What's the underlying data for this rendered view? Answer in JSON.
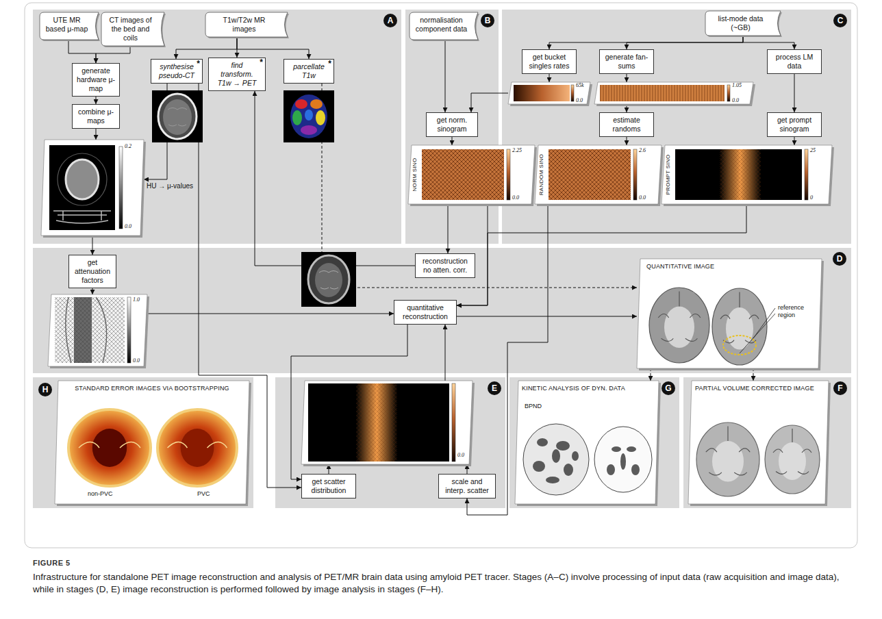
{
  "diagram": {
    "title": "FIGURE 5",
    "caption": "Infrastructure for standalone PET image reconstruction and analysis of PET/MR brain data using amyloid PET tracer. Stages (A–C) involve processing of input data (raw acquisition and image data), while in stages (D, E) image reconstruction is performed followed by image analysis in stages (F–H).",
    "nodes": [
      {
        "text": [
          "A"
        ]
      },
      {
        "text": [
          "UTE MR based μ-map"
        ],
        "in": 0
      },
      {
        "text": [
          "CT images of the bed and coils"
        ],
        "in": 0
      },
      {
        "text": [
          "T1w/T2w MR images"
        ],
        "in": 0
      },
      {
        "text": [
          "generate hardware μ-map"
        ],
        "in": 0
      },
      {
        "text": [
          "synthesise pseudo-CT",
          "*"
        ],
        "in": 0
      },
      {
        "text": [
          "find transform. T1w → PET",
          "*"
        ],
        "in": 0
      },
      {
        "text": [
          "parcellate T1w",
          "*"
        ],
        "in": 0
      },
      {
        "text": [
          "combine μ-maps"
        ],
        "in": 0
      },
      {
        "text": [
          "0.2",
          "0.0"
        ],
        "in": 0
      },
      {
        "text": [
          "B"
        ]
      },
      {
        "text": [
          "normalisation component data"
        ],
        "in": 10
      },
      {
        "text": [
          "get norm. sinogram"
        ],
        "in": 10
      },
      {
        "text": [
          "C"
        ]
      },
      {
        "text": [
          "list-mode data (~GB)"
        ],
        "in": 13
      },
      {
        "text": [
          "get bucket singles rates"
        ],
        "in": 13
      },
      {
        "text": [
          "generate fan-sums"
        ],
        "in": 13
      },
      {
        "text": [
          "process LM data"
        ],
        "in": 13
      },
      {
        "text": [
          "65k",
          "0.0"
        ],
        "in": 13
      },
      {
        "text": [
          "1.05",
          "0.0"
        ],
        "in": 13
      },
      {
        "text": [
          "estimate randoms"
        ],
        "in": 13
      },
      {
        "text": [
          "get prompt sinogram"
        ],
        "in": 13
      },
      {
        "text": [
          "NORM SINO",
          "2.25",
          "0.0"
        ]
      },
      {
        "text": [
          "RANDOM SINO",
          "2.6",
          "0.0"
        ]
      },
      {
        "text": [
          "PROMPT SINO",
          "25",
          "0"
        ]
      },
      {
        "text": [
          "D"
        ]
      },
      {
        "text": [
          "get attenuation factors"
        ],
        "in": 25
      },
      {
        "text": [
          "1.0",
          "0.0"
        ],
        "in": 25
      },
      {
        "text": [
          "reconstruction no atten. corr."
        ],
        "in": 25
      },
      {
        "text": [
          "quantitative reconstruction"
        ],
        "in": 25
      },
      {
        "text": [
          "QUANTITATIVE IMAGE",
          "reference region"
        ],
        "in": 25
      },
      {
        "text": [
          "H"
        ]
      },
      {
        "text": [
          "STANDARD ERROR IMAGES VIA BOOTSTRAPPING",
          "non-PVC",
          "PVC"
        ],
        "in": 31
      },
      {
        "text": [
          "E"
        ]
      },
      {
        "text": [
          "0.0"
        ],
        "in": 33
      },
      {
        "text": [
          "get scatter distribution"
        ],
        "in": 33
      },
      {
        "text": [
          "scale and interp. scatter"
        ],
        "in": 33
      },
      {
        "text": [
          "G"
        ]
      },
      {
        "text": [
          "KINETIC ANALYSIS OF DYN. DATA",
          "BPND"
        ],
        "in": 37
      },
      {
        "text": [
          "F"
        ]
      },
      {
        "text": [
          "PARTIAL VOLUME CORRECTED IMAGE"
        ],
        "in": 39
      }
    ],
    "edges": [
      {
        "from": 1,
        "to": 4,
        "arrow": "to"
      },
      {
        "from": 2,
        "to": 4,
        "arrow": "to"
      },
      {
        "from": 3,
        "to": 5,
        "arrow": "to"
      },
      {
        "from": 3,
        "to": 6,
        "arrow": "to"
      },
      {
        "from": 3,
        "to": 7,
        "arrow": "to"
      },
      {
        "from": 4,
        "to": 8,
        "arrow": "to"
      },
      {
        "from": 8,
        "to": 9,
        "arrow": "to"
      },
      {
        "from": 5,
        "to": 9,
        "label": "HU → μ-values",
        "arrow": "to"
      },
      {
        "from": 5,
        "to": 35,
        "arrow": "to"
      },
      {
        "from": 9,
        "to": 26,
        "arrow": "to"
      },
      {
        "from": 26,
        "to": 27,
        "arrow": "to"
      },
      {
        "from": 27,
        "to": 29,
        "arrow": "to"
      },
      {
        "from": 11,
        "to": 12,
        "arrow": "to"
      },
      {
        "from": 14,
        "to": 15,
        "arrow": "to"
      },
      {
        "from": 14,
        "to": 16,
        "arrow": "to"
      },
      {
        "from": 14,
        "to": 17,
        "arrow": "to"
      },
      {
        "from": 15,
        "to": 18,
        "arrow": "to"
      },
      {
        "from": 18,
        "to": 12,
        "arrow": "to"
      },
      {
        "from": 16,
        "to": 19,
        "arrow": "to"
      },
      {
        "from": 19,
        "to": 20,
        "arrow": "to"
      },
      {
        "from": 17,
        "to": 21,
        "arrow": "to"
      },
      {
        "from": 12,
        "to": 22,
        "arrow": "to"
      },
      {
        "from": 20,
        "to": 23,
        "arrow": "to"
      },
      {
        "from": 21,
        "to": 24,
        "arrow": "to"
      },
      {
        "from": 22,
        "to": 28,
        "arrow": "to"
      },
      {
        "from": 28,
        "to": 6,
        "arrow": "to"
      },
      {
        "from": 7,
        "to": 30,
        "arrow": "to"
      },
      {
        "from": 22,
        "to": 29,
        "arrow": "to"
      },
      {
        "from": 24,
        "to": 29,
        "arrow": "to"
      },
      {
        "from": 23,
        "to": 36,
        "arrow": "to"
      },
      {
        "from": 29,
        "to": 30,
        "arrow": "to"
      },
      {
        "from": 29,
        "to": 35,
        "arrow": "to"
      },
      {
        "from": 35,
        "to": 34,
        "arrow": "to"
      },
      {
        "from": 36,
        "to": 34,
        "arrow": "to"
      },
      {
        "from": 34,
        "to": 29,
        "arrow": "to"
      },
      {
        "from": 30,
        "to": 38,
        "arrow": "to"
      },
      {
        "from": 30,
        "to": 40,
        "arrow": "to"
      }
    ]
  }
}
